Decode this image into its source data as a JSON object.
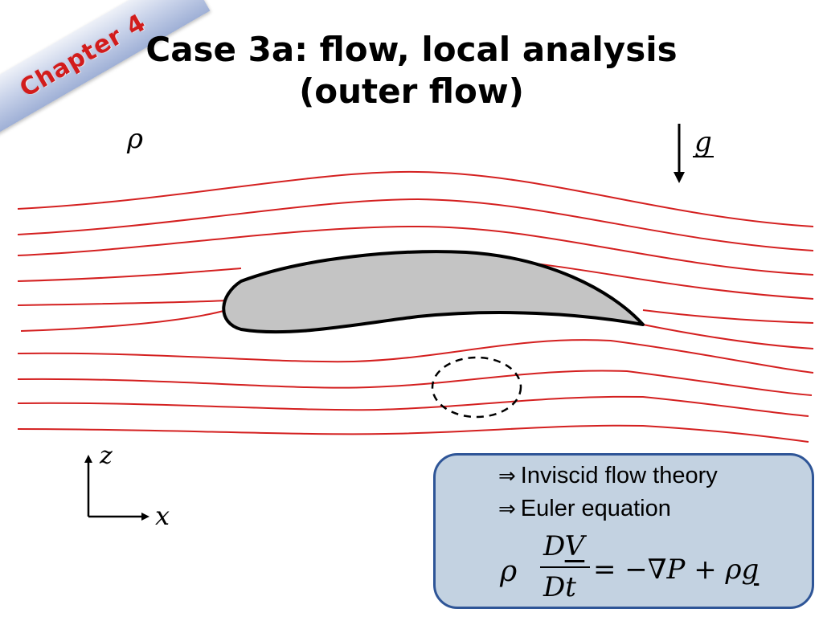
{
  "ribbon": {
    "label": "Chapter 4"
  },
  "title": {
    "line1": "Case 3a: flow, local analysis",
    "line2": "(outer flow)"
  },
  "symbols": {
    "density": "ρ",
    "gravity": "g",
    "z_axis": "z",
    "x_axis": "x"
  },
  "infobox": {
    "arrow": "⇒",
    "item1": "Inviscid flow theory",
    "item2": "Euler equation",
    "equation": {
      "lhs_rho": "ρ",
      "num_D": "D",
      "num_V": "V",
      "den": "Dt",
      "rhs_eq": "= −∇",
      "rhs_P": "P",
      "rhs_plus": " + ",
      "rhs_rho": "ρ",
      "rhs_g": "g"
    }
  },
  "colors": {
    "streamline": "#d42020",
    "airfoil_fill": "#c4c4c4",
    "infobox_fill": "#c3d2e1",
    "infobox_border": "#2e5597",
    "ribbon_text": "#d21c1c"
  },
  "icons": {
    "gravity": "down-arrow-icon",
    "implies": "double-right-arrow-icon"
  }
}
